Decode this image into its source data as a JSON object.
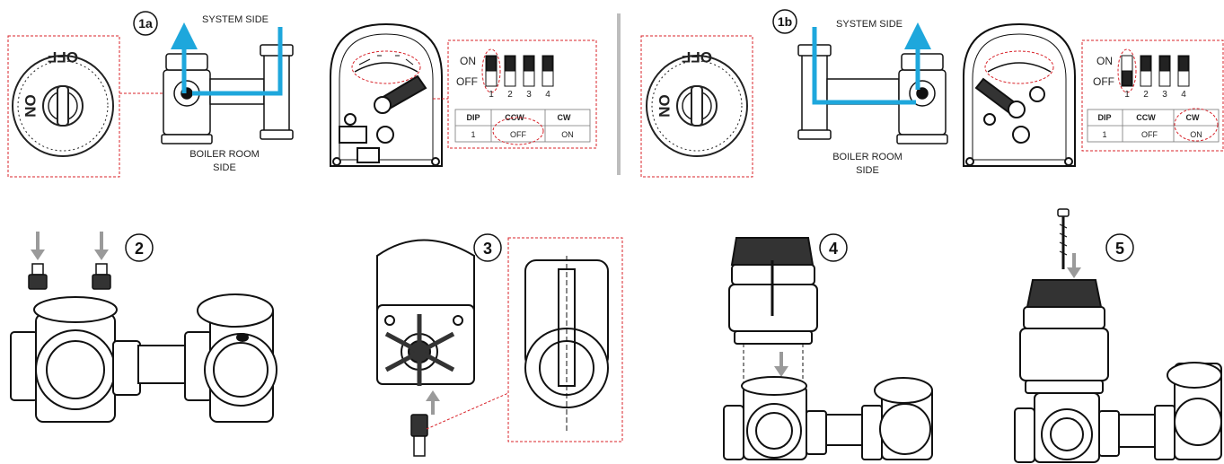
{
  "labels": {
    "system_side": "SYSTEM SIDE",
    "boiler_room_line1": "BOILER ROOM",
    "boiler_room_line2": "SIDE",
    "knob_on": "ON",
    "knob_off": "OFF",
    "dip_on": "ON",
    "dip_off": "OFF",
    "dip_nums": [
      "1",
      "2",
      "3",
      "4"
    ],
    "table": {
      "header": [
        "DIP",
        "CCW",
        "CW"
      ],
      "row": [
        "1",
        "OFF",
        "ON"
      ]
    }
  },
  "steps": [
    "1a",
    "1b",
    "2",
    "3",
    "4",
    "5"
  ],
  "colors": {
    "flow": "#1ea7dc",
    "callout": "#d8232a",
    "arrow": "#9a9a9a",
    "line": "#111111"
  }
}
